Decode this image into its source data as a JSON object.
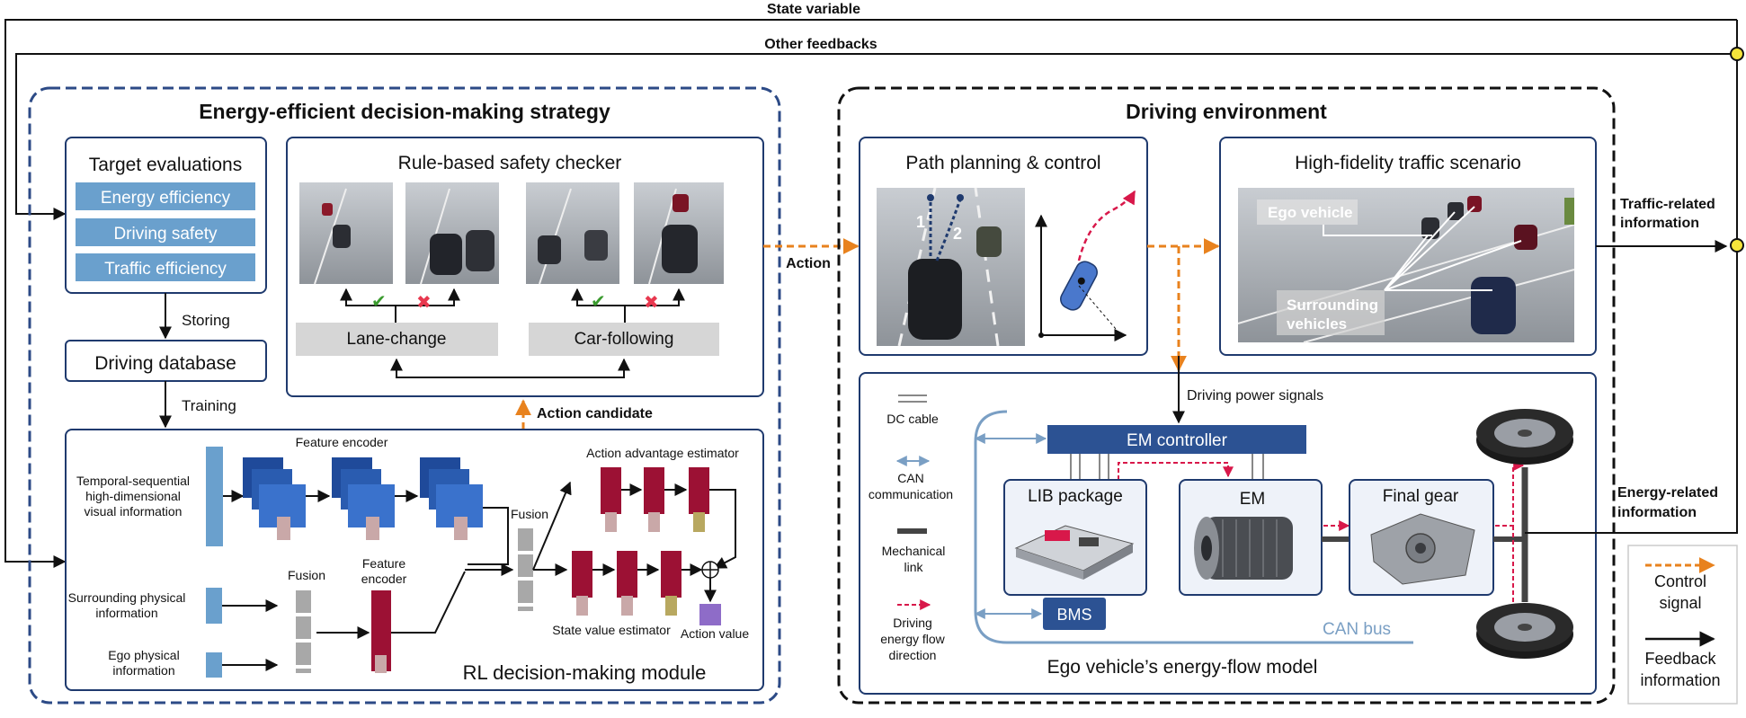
{
  "feedback": {
    "state_variable": "State variable",
    "other_feedbacks": "Other feedbacks",
    "traffic_related_1": "Traffic-related",
    "traffic_related_2": "information",
    "energy_related_1": "Energy-related",
    "energy_related_2": "information"
  },
  "strategy": {
    "title": "Energy-efficient decision-making strategy",
    "targets": {
      "title": "Target evaluations",
      "items": [
        "Energy efficiency",
        "Driving safety",
        "Traffic efficiency"
      ]
    },
    "storing": "Storing",
    "database": "Driving database",
    "training": "Training",
    "safety_checker": {
      "title": "Rule-based safety checker",
      "lane_change": "Lane-change",
      "car_following": "Car-following"
    },
    "action_candidate": "Action candidate",
    "rl": {
      "title": "RL decision-making module",
      "feature_encoder_top": "Feature encoder",
      "visual_info_1": "Temporal-sequential",
      "visual_info_2": "high-dimensional",
      "visual_info_3": "visual information",
      "surrounding_info_1": "Surrounding physical",
      "surrounding_info_2": "information",
      "ego_info_1": "Ego physical",
      "ego_info_2": "information",
      "fusion_left": "Fusion",
      "feature_encoder_mid_1": "Feature",
      "feature_encoder_mid_2": "encoder",
      "fusion_right": "Fusion",
      "advantage": "Action advantage estimator",
      "state_value": "State value estimator",
      "action_value": "Action value"
    }
  },
  "action": "Action",
  "environment": {
    "title": "Driving environment",
    "path_planning": {
      "title": "Path planning & control",
      "lane1": "1",
      "lane2": "2"
    },
    "traffic": {
      "title": "High-fidelity traffic scenario",
      "ego": "Ego vehicle",
      "surrounding_1": "Surrounding",
      "surrounding_2": "vehicles"
    },
    "power_signals": "Driving power signals",
    "energy_flow": {
      "title": "Ego vehicle’s energy-flow model",
      "em_controller": "EM controller",
      "lib": "LIB package",
      "em": "EM",
      "final_gear": "Final gear",
      "bms": "BMS",
      "can_bus": "CAN bus",
      "legend": {
        "dc_cable": "DC cable",
        "can_1": "CAN",
        "can_2": "communication",
        "mech_1": "Mechanical",
        "mech_2": "link",
        "flow_1": "Driving",
        "flow_2": "energy flow",
        "flow_3": "direction"
      }
    }
  },
  "legend": {
    "control_1": "Control",
    "control_2": "signal",
    "feedback_1": "Feedback",
    "feedback_2": "information"
  },
  "colors": {
    "navy": "#1f3a6e",
    "control_orange": "#e8821e",
    "flow_red": "#d8184a",
    "label_blue": "#6aa0cd",
    "encoder_blue": "#3566b8",
    "estimator_red": "#9c1134",
    "bus_blue": "#7a9fc4",
    "ctrl_box": "#2c5293",
    "check_green": "#3a9a2e",
    "cross_red": "#e8384f",
    "node_yellow": "#f5e43b"
  }
}
